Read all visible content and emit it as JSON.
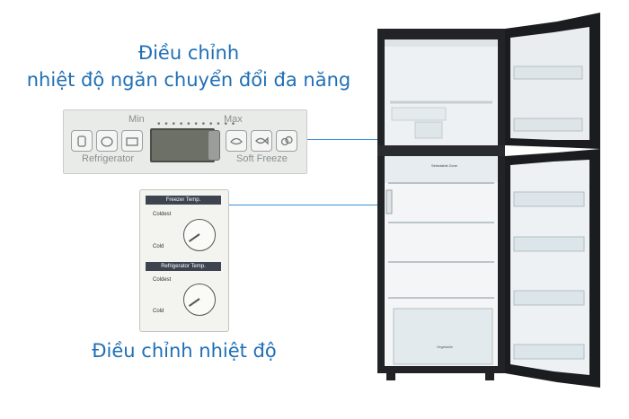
{
  "captions": {
    "top_line1": "Điều chỉnh",
    "top_line2": "nhiệt độ ngăn chuyển đổi đa năng",
    "bottom": "Điều chỉnh nhiệt độ"
  },
  "panel": {
    "min": "Min",
    "max": "Max",
    "left_label": "Refrigerator",
    "right_label": "Soft Freeze"
  },
  "dials": {
    "freezer_title": "Freezer Temp.",
    "fridge_title": "Refrigerator Temp.",
    "coldest": "Coldest",
    "cold": "Cold"
  },
  "fridge_labels": {
    "selectable_zone": "Selectable Zone",
    "vegetable": "Vegetable"
  },
  "colors": {
    "caption": "#1f6fb5",
    "fridge_body": "#1e1f22",
    "interior": "#f2f4f5"
  }
}
